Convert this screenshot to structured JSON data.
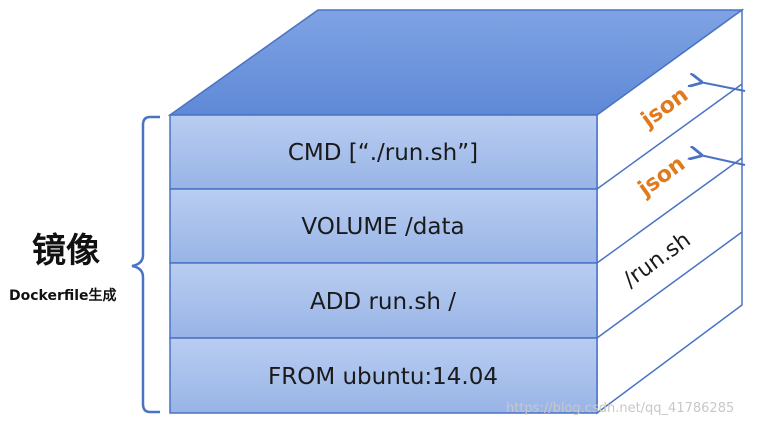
{
  "layers": [
    {
      "label": "CMD [“./run.sh”]"
    },
    {
      "label": "VOLUME /data"
    },
    {
      "label": "ADD run.sh /"
    },
    {
      "label": "FROM ubuntu:14.04"
    }
  ],
  "side": {
    "json1": "json",
    "json2": "json",
    "run": "/run.sh"
  },
  "brace": {
    "title": "镜像",
    "subtitle": "Dockerfile生成"
  },
  "watermark": "https://blog.csdn.net/qq_41786285",
  "colors": {
    "front_fill": "#a9c1ec",
    "top_fill": "#7097de",
    "edge": "#4a73c4",
    "json": "#e07a1c",
    "arrow": "#4a73c4"
  }
}
